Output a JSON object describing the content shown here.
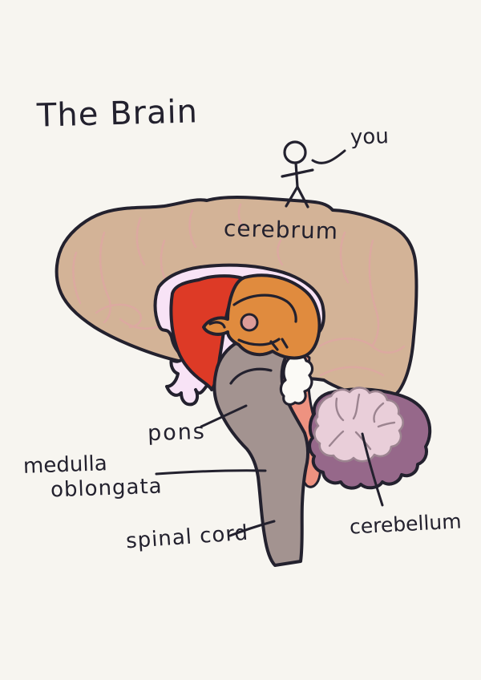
{
  "title": "The Brain",
  "callout": {
    "you": "you"
  },
  "labels": {
    "cerebrum": "cerebrum",
    "pons": "pons",
    "medulla_line1": "medulla",
    "medulla_line2": "oblongata",
    "spinal_cord": "spinal cord",
    "cerebellum": "cerebellum"
  },
  "colors": {
    "background": "#f7f5f0",
    "ink": "#23212e",
    "cerebrum_tan": "#d3b397",
    "gyri_pink": "#dfa6a3",
    "inner_band_pink": "#f8e3f6",
    "thalamus_red": "#dd3a26",
    "midbrain_orange": "#e08b3e",
    "adhesion_pink": "#dd9c98",
    "brainstem_gray": "#a39390",
    "tegmentum_salmon": "#ee9280",
    "ventricle_white": "#fbfaf6",
    "cerebellum_outer_purple": "#96688a",
    "cerebellum_inner_pink": "#e9ced9",
    "cerebellum_fold_line": "#9c8490"
  }
}
